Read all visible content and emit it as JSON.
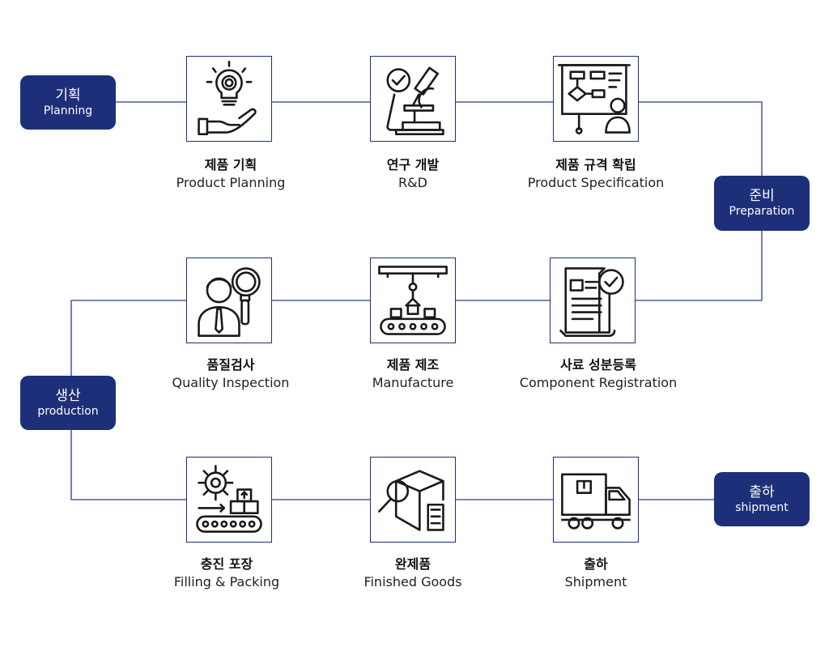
{
  "stages": {
    "planning": {
      "ko": "기획",
      "en": "Planning"
    },
    "preparation": {
      "ko": "준비",
      "en": "Preparation"
    },
    "production": {
      "ko": "생산",
      "en": "production"
    },
    "shipment": {
      "ko": "출하",
      "en": "shipment"
    }
  },
  "steps": {
    "product_planning": {
      "ko": "제품 기획",
      "en": "Product Planning",
      "icon": "lightbulb-hand-icon"
    },
    "rnd": {
      "ko": "연구 개발",
      "en": "R&D",
      "icon": "microscope-icon"
    },
    "product_spec": {
      "ko": "제품 규격 확립",
      "en": "Product Specification",
      "icon": "presentation-board-icon"
    },
    "component_reg": {
      "ko": "사료 성분등록",
      "en": "Component Registration",
      "icon": "document-check-icon"
    },
    "manufacture": {
      "ko": "제품 제조",
      "en": "Manufacture",
      "icon": "robot-arm-conveyor-icon"
    },
    "quality": {
      "ko": "품질검사",
      "en": "Quality Inspection",
      "icon": "inspector-magnifier-icon"
    },
    "filling": {
      "ko": "충진 포장",
      "en": "Filling & Packing",
      "icon": "gear-conveyor-packing-icon"
    },
    "finished": {
      "ko": "완제품",
      "en": "Finished Goods",
      "icon": "box-magnifier-icon"
    },
    "shipment": {
      "ko": "출하",
      "en": "Shipment",
      "icon": "delivery-truck-icon"
    }
  },
  "colors": {
    "accent": "#1e2f7a",
    "line": "#2b3a8a",
    "icon": "#1a1a1a"
  }
}
